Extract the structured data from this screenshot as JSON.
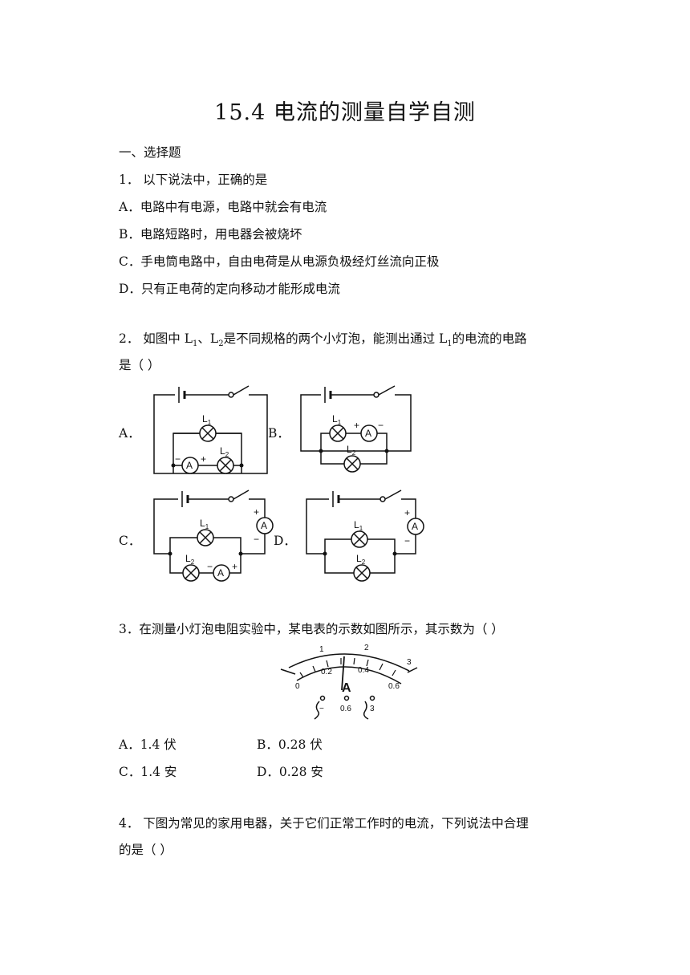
{
  "title": "15.4 电流的测量自学自测",
  "section": "一、选择题",
  "q1": {
    "stem": "1．  以下说法中，正确的是",
    "options": [
      "A．电路中有电源，电路中就会有电流",
      "B．电路短路时，用电器会被烧坏",
      "C．手电筒电路中，自由电荷是从电源负极经灯丝流向正极",
      "D．只有正电荷的定向移动才能形成电流"
    ]
  },
  "q2": {
    "stem_line1_a": "2．  如图中 L",
    "stem_line1_b": "、L",
    "stem_line1_c": "是不同规格的两个小灯泡，能测出通过 L",
    "stem_line1_d": "的电流的电路",
    "sub1": "1",
    "sub2": "2",
    "stem_line2": "是（        ）",
    "option_labels": [
      "A．",
      "B．",
      "C．",
      "D．"
    ],
    "lamp1": "L",
    "lamp_sub1": "1",
    "lamp_sub2": "2",
    "ammeter": "A",
    "plus": "+",
    "minus": "−"
  },
  "q3": {
    "stem": "3．在测量小灯泡电阻实验中，某电表的示数如图所示，其示数为（        ）",
    "meter_unit": "A",
    "scale_top": [
      "1",
      "2",
      "3"
    ],
    "scale_bottom": [
      "0",
      "0.2",
      "0.4",
      "0.6"
    ],
    "terminals": [
      "−",
      "0.6",
      "3"
    ],
    "options": [
      "A．1.4 伏",
      "B．0.28 伏",
      "C．1.4 安",
      "D．0.28 安"
    ]
  },
  "q4": {
    "stem_line1": "4．  下图为常见的家用电器，关于它们正常工作时的电流，下列说法中合理",
    "stem_line2": "的是（        ）"
  }
}
